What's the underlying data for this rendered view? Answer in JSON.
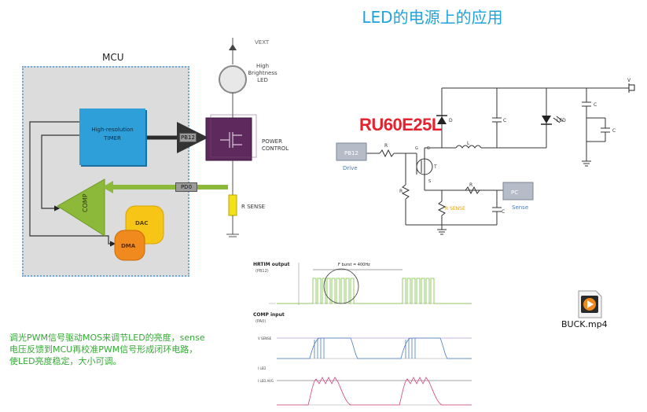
{
  "title": "LED的电源上的应用",
  "mcu": {
    "label": "MCU",
    "timer": "High-resolution TIMER",
    "comp": "COMP",
    "dac": "DAC",
    "dma": "DMA",
    "pin_out": "PB12",
    "pin_in": "PD0",
    "vext": "VEXT",
    "led": "High Brightness LED",
    "power_control": "POWER CONTROL",
    "r_sense": "R SENSE"
  },
  "circuit": {
    "part_number": "RU60E25L",
    "pb_pin": "PB12",
    "drive": "Drive",
    "pc_pin": "PC",
    "sense": "Sense",
    "r_label": "R",
    "rsense_label": "R SENSE",
    "l_label": "L",
    "c_label": "C",
    "d_label": "D",
    "led_label": "LED",
    "t_label": "T",
    "v_label": "V",
    "g_label": "G",
    "s_label": "S"
  },
  "waveform": {
    "hrtim_title": "HRTIM output",
    "hrtim_pin": "(PB12)",
    "burst_label": "F burst = 400Hz",
    "comp_title": "COMP input",
    "comp_pin": "(PA0)",
    "vsense": "V SENSE",
    "iled_top": "I LED",
    "iled_avg": "I LED AVG"
  },
  "description": [
    "调光PWM信号驱动MOS来调节LED的亮度，sense",
    "电压反馈到MCU再校准PWM信号形成闭环电路，",
    "使LED亮度稳定，大小可调。"
  ],
  "video": {
    "filename": "BUCK.mp4",
    "icon": "video-file-icon"
  },
  "colors": {
    "title": "#1fa3dc",
    "description": "#34a934",
    "part_number": "#e4232e",
    "timer_block": "#2e9fd9",
    "comp_block": "#8db93a",
    "dac_block": "#f6c516",
    "dma_block": "#f08a1e",
    "power_chip": "#5e2a5e"
  }
}
